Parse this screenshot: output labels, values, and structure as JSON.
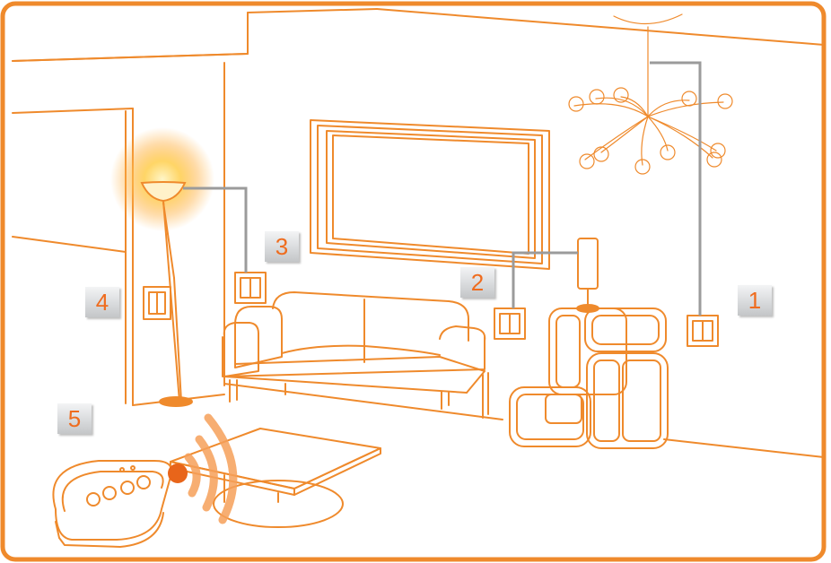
{
  "colors": {
    "line": "#ef8a2c",
    "wire": "#9b9b9b",
    "glow": "#ffc24a",
    "badge_text": "#ef6c1e",
    "remote_dot": "#e8651a",
    "signal_wave": "#f6a05a"
  },
  "labels": {
    "switch_1": "1",
    "switch_2": "2",
    "switch_3": "3",
    "switch_4": "4",
    "remote_5": "5"
  },
  "icons": {
    "chandelier": "chandelier-icon",
    "floor_lamp": "floor-lamp-icon",
    "table_lamp": "table-lamp-icon",
    "remote": "remote-control-icon",
    "signal": "wireless-signal-icon"
  }
}
